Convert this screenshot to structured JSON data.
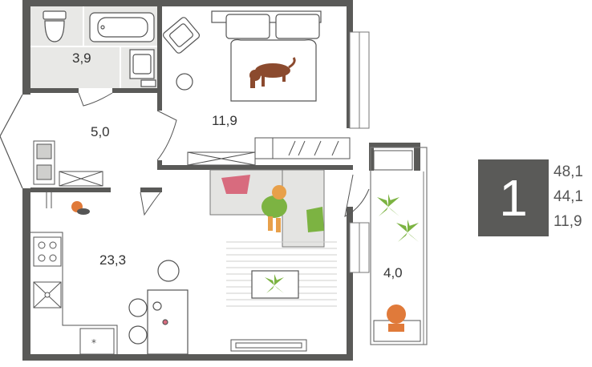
{
  "apartment": {
    "rooms": "1",
    "area_total": "48,1",
    "area_living_total": "44,1",
    "area_bedroom": "11,9"
  },
  "room_areas": {
    "bathroom": "3,9",
    "hallway": "5,0",
    "bedroom": "11,9",
    "living_kitchen": "23,3",
    "balcony": "4,0"
  },
  "icons": [
    "toilet-icon",
    "bathtub-icon",
    "sink-icon",
    "armchair-icon",
    "bed-icon",
    "dog-icon",
    "sofa-icon",
    "person-icon",
    "plant-icon",
    "stove-icon",
    "cat-icon",
    "table-icon",
    "chair-icon",
    "desk-icon",
    "tv-stand-icon",
    "wardrobe-icon"
  ],
  "colors": {
    "wall": "#5a5a58",
    "wet_zone": "#e8e8e6",
    "accent_green": "#7cb342",
    "accent_orange": "#e07a3a",
    "accent_pink": "#d86b7e",
    "accent_brown": "#8b4a2e"
  }
}
